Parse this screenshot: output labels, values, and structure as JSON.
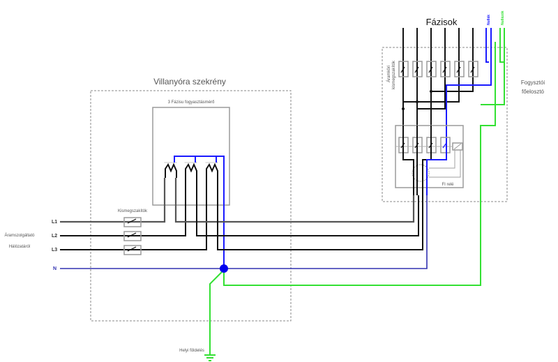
{
  "diagram": {
    "title_meter_cabinet": "Villanyóra szekrény",
    "meter_label": "3 Fázisu fogyasztásmérő",
    "breakers_label": "Kismegszakítók",
    "supply_label_line1": "Áramszolgáltató",
    "supply_label_line2": "Hálózatáról",
    "lines": [
      "L1",
      "L2",
      "L3"
    ],
    "neutral_label": "N",
    "ground_label": "Helyi földelés",
    "phases_title": "Fázisok",
    "neutrals_label": "Nullák",
    "protective_label": "Nullázók",
    "circuit_breakers_label_line1": "Áramköri",
    "circuit_breakers_label_line2": "kismegszakítók",
    "rcd_label": "FI relé",
    "distribution_label_line1": "Fogysztói",
    "distribution_label_line2": "főelosztó",
    "colors": {
      "phase": "#111111",
      "neutral": "#1a1aff",
      "protective_earth": "#33e033",
      "enclosure": "#8a8a8a"
    }
  }
}
